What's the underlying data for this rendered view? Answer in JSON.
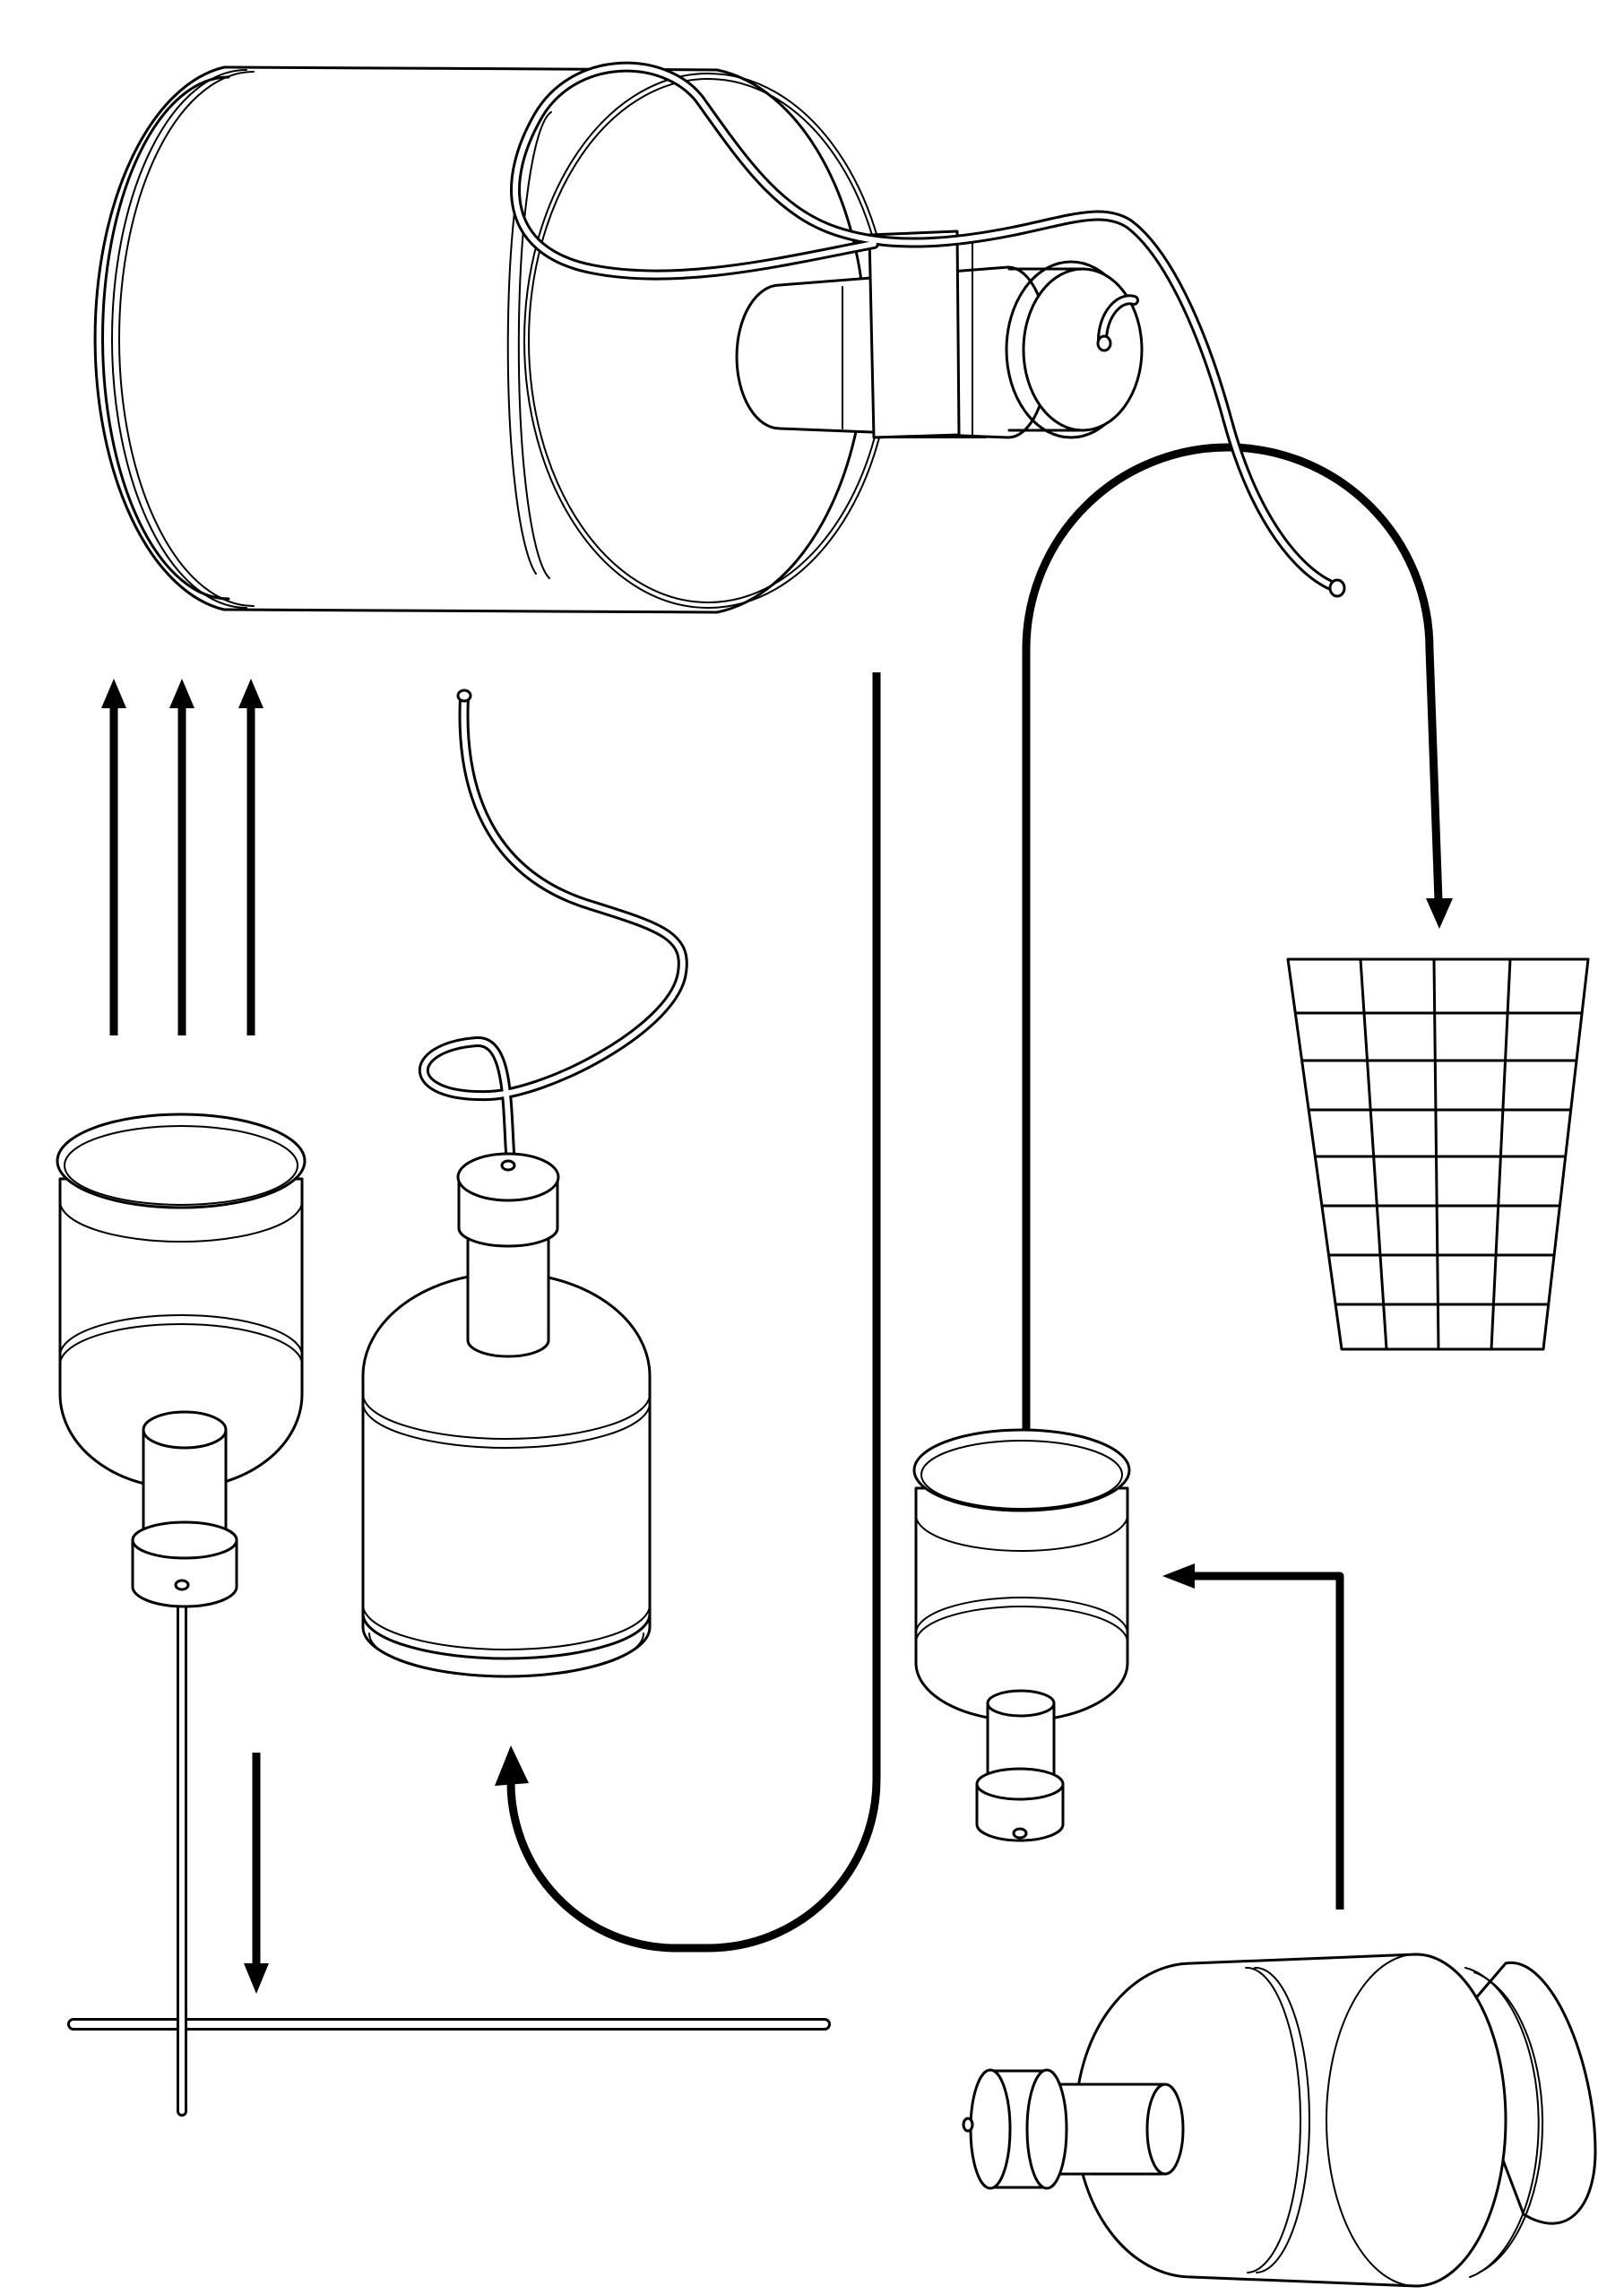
{
  "diagram": {
    "kind": "wordless pictogram",
    "line_color": "#000000",
    "background": "#ffffff",
    "components": [
      "large-bottle-with-coiled-tube",
      "inverted-bottle-with-tube",
      "upright-bottle-with-tube",
      "hanging-bottle",
      "lying-bottle",
      "collection-basket"
    ],
    "arrows": [
      {
        "name": "triple-up-arrows",
        "direction": "up",
        "count": 3
      },
      {
        "name": "down-arrow",
        "direction": "down"
      },
      {
        "name": "hook-flow-arrow",
        "direction": "up"
      },
      {
        "name": "arch-flow-arrow",
        "direction": "down"
      },
      {
        "name": "elbow-arrow",
        "direction": "left"
      }
    ]
  }
}
